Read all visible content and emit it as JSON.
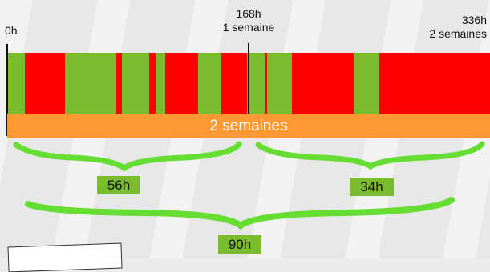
{
  "axis": {
    "start_label": "0h",
    "mid_label_line1": "168h",
    "mid_label_line2": "1 semaine",
    "end_label_line1": "336h",
    "end_label_line2": "2 semaines"
  },
  "timeline": {
    "total_hours": 336,
    "colors": {
      "available": "#7bbb2e",
      "busy": "#ff0000"
    },
    "green_segments_hours": [
      [
        0,
        12
      ],
      [
        40,
        61
      ],
      [
        61,
        76
      ],
      [
        80,
        99
      ],
      [
        104,
        110
      ],
      [
        133,
        149
      ],
      [
        167,
        179
      ],
      [
        181,
        198
      ],
      [
        241,
        259
      ]
    ]
  },
  "duration_bar": {
    "label": "2 semaines",
    "color": "#ff9933"
  },
  "totals": {
    "first_week": "56h",
    "second_week": "34h",
    "overall": "90h"
  }
}
